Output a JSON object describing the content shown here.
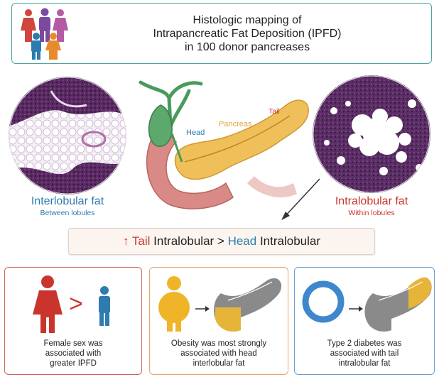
{
  "header": {
    "title_lines": [
      "Histologic mapping of",
      "Intrapancreatic Fat Deposition (IPFD)",
      "in 100 donor pancreases"
    ]
  },
  "anatomy": {
    "label_head": "Head",
    "label_pancreas": "Pancreas",
    "label_tail": "Tail"
  },
  "left_histology": {
    "title": "Interlobular fat",
    "subtitle": "Between lobules"
  },
  "right_histology": {
    "title": "Intralobular fat",
    "subtitle": "Within lobules"
  },
  "result": {
    "arrow": "↑",
    "part1_red": "Tail",
    "part2": " Intralobular > ",
    "part3_blue": "Head",
    "part4": " Intralobular"
  },
  "panels": [
    {
      "lines": [
        "Female sex was",
        "associated with",
        "greater IPFD"
      ],
      "symbol": ">"
    },
    {
      "lines": [
        "Obesity was most strongly",
        "associated with head",
        "interlobular fat"
      ]
    },
    {
      "lines": [
        "Type 2 diabetes was",
        "associated with tail",
        "intralobular fat"
      ]
    }
  ],
  "colors": {
    "female": "#c9352d",
    "male_blue": "#2e7bb0",
    "obesity_yellow": "#f0b429",
    "pancreas_highlight": "#e7b43a",
    "pancreas_gray": "#8a8a8a",
    "diabetes_ring": "#3f87cc",
    "header_border": "#4fa4a0"
  },
  "icons": {
    "people": "family-people-icon",
    "female": "female-person-icon",
    "male": "male-person-icon",
    "obese": "obese-person-icon",
    "ring": "diabetes-ring-icon"
  }
}
